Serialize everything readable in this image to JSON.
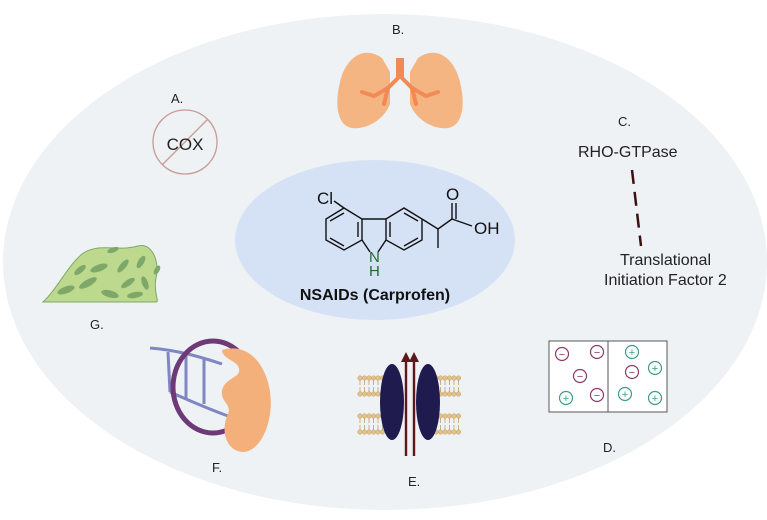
{
  "center": {
    "compound_title": "NSAIDs (Carprofen)",
    "atom_cl": "Cl",
    "atom_n": "N",
    "atom_h": "H",
    "atom_o": "O",
    "atom_oh": "OH"
  },
  "panels": {
    "a": {
      "label": "A.",
      "text": "COX"
    },
    "b": {
      "label": "B."
    },
    "c": {
      "label": "C.",
      "top_text": "RHO-GTPase",
      "bottom_line1": "Translational",
      "bottom_line2": "Initiation Factor 2"
    },
    "d": {
      "label": "D.",
      "neg_symbol": "−",
      "pos_symbol": "+"
    },
    "e": {
      "label": "E."
    },
    "f": {
      "label": "F."
    },
    "g": {
      "label": "G."
    }
  },
  "colors": {
    "background_ellipse": "#eef2f5",
    "center_ellipse": "#d5e2f5",
    "lung": "#f4b582",
    "airway": "#f18a55",
    "cox_circle": "#c89a95",
    "nitrogen": "#1f6b2a",
    "negative_ion": "#8a3b66",
    "positive_ion": "#3e9c86",
    "cell_green": "#bcd98d",
    "organelle_green": "#7ea86a",
    "protein_orange": "#f4b07a",
    "ring_purple": "#6d3a77",
    "dna_blue": "#7f86c4",
    "channel_navy": "#1f1b4e",
    "arrow_red": "#5a1a1a",
    "lipid_tan": "#e2c08a"
  }
}
